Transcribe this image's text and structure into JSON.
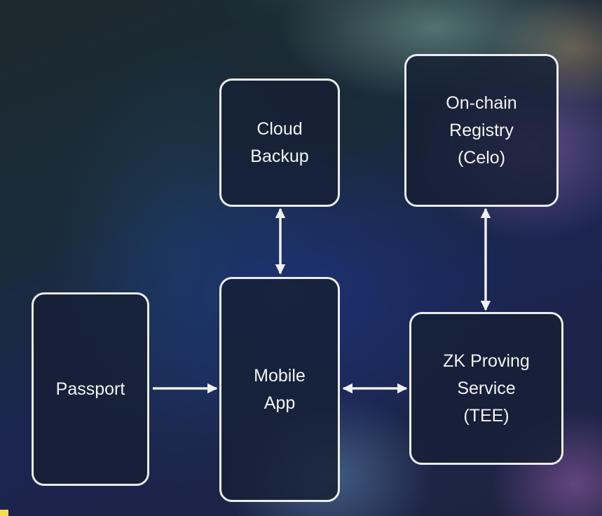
{
  "nodes": {
    "cloud_backup": {
      "lines": [
        "Cloud",
        "Backup"
      ]
    },
    "onchain_registry": {
      "lines": [
        "On-chain",
        "Registry",
        "(Celo)"
      ]
    },
    "passport": {
      "lines": [
        "Passport"
      ]
    },
    "mobile_app": {
      "lines": [
        "Mobile",
        "App"
      ]
    },
    "zk_proving_service": {
      "lines": [
        "ZK Proving",
        "Service",
        "(TEE)"
      ]
    }
  },
  "connections": [
    {
      "from": "Passport",
      "to": "Mobile App",
      "direction": "one-way"
    },
    {
      "from": "Mobile App",
      "to": "Cloud Backup",
      "direction": "two-way"
    },
    {
      "from": "Mobile App",
      "to": "ZK Proving Service (TEE)",
      "direction": "two-way"
    },
    {
      "from": "ZK Proving Service (TEE)",
      "to": "On-chain Registry (Celo)",
      "direction": "two-way"
    }
  ],
  "colors": {
    "box_border": "#e9ecec",
    "box_fill": "#16203a",
    "text": "#f2f3f3",
    "arrow": "#eef0f0",
    "corner_mark": "#f1e24a"
  }
}
